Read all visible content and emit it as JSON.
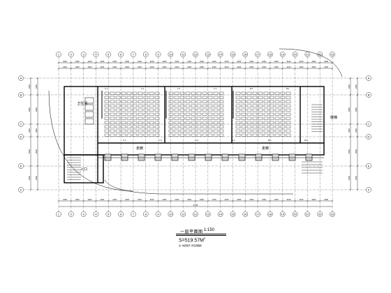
{
  "drawing": {
    "title": "一层平面图",
    "scale": "1:150",
    "area_value": "S=519.57M",
    "area_unit_sup": "2",
    "note": "注: 本层层高 详见剖面图"
  },
  "axes": {
    "top": [
      "1",
      "2",
      "3",
      "4",
      "5",
      "6",
      "7",
      "8",
      "9",
      "10",
      "11",
      "12",
      "13",
      "14",
      "15",
      "16",
      "17",
      "18",
      "19",
      "20",
      "21",
      "22",
      "23"
    ],
    "bottom": [
      "1",
      "2",
      "3",
      "4",
      "5",
      "6",
      "7",
      "8",
      "9",
      "10",
      "11",
      "12",
      "13",
      "14",
      "15",
      "16",
      "17",
      "18",
      "19",
      "20",
      "21",
      "22",
      "23"
    ],
    "left": [
      "A",
      "B",
      "C",
      "D",
      "E",
      "F"
    ],
    "right": [
      "A",
      "B",
      "C",
      "D",
      "E",
      "F"
    ]
  },
  "dimensions": {
    "overall": "47700",
    "bays": [
      "2400",
      "2400",
      "4200",
      "2100",
      "2100",
      "4200",
      "2100",
      "2100",
      "4200",
      "2100",
      "2100",
      "4200",
      "2100",
      "2100",
      "4200",
      "2100",
      "2100",
      "4200",
      "2100",
      "2100",
      "4200",
      "2400"
    ],
    "left": [
      "1800",
      "6300",
      "2400",
      "6300",
      "1800"
    ],
    "right": [
      "1800",
      "6300",
      "2400",
      "6300",
      "1800"
    ]
  },
  "rooms": {
    "door_tags": [
      "C-1",
      "C-1",
      "C-1",
      "C-1",
      "C-1",
      "C-1",
      "C-1",
      "C-1",
      "M-1",
      "M-1",
      "M-1",
      "M-1"
    ],
    "corridor_labels": [
      "走廊",
      "走廊"
    ],
    "stair_label": "楼梯",
    "toilet_label": "卫生间",
    "entrance_label": "入口"
  }
}
